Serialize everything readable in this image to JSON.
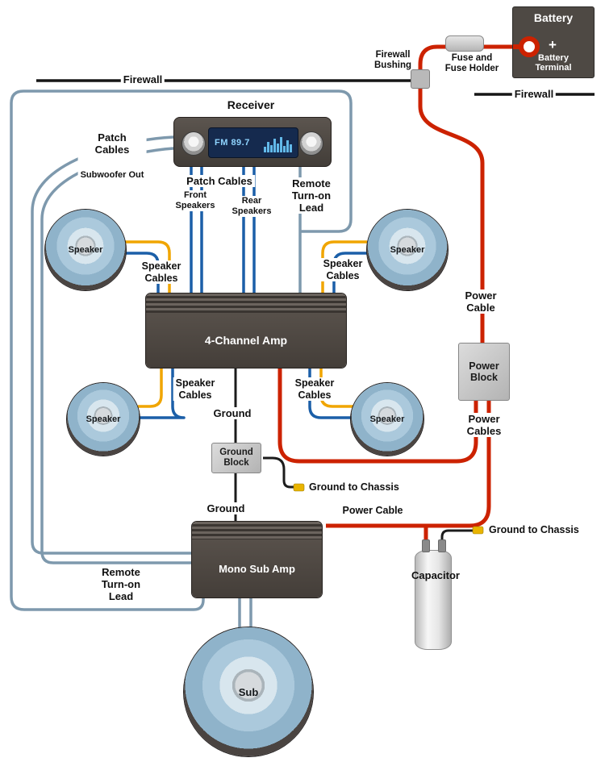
{
  "colors": {
    "power": "#cc2200",
    "groundc": "#1c1c1c",
    "remote": "#7e99ad",
    "signal": "#1b5fa8",
    "speakerwire": "#f0a500",
    "connector": "#e9b400",
    "boxdark": "#4e4944",
    "blockgray": "#c9c9c9",
    "displaytext": "#8fd4ff"
  },
  "battery": {
    "title": "Battery",
    "plus": "+",
    "terminal": "Battery\nTerminal"
  },
  "fuse": {
    "label": "Fuse and\nFuse Holder"
  },
  "firewall": {
    "left": "Firewall",
    "right": "Firewall",
    "bushing": "Firewall\nBushing"
  },
  "receiver": {
    "title": "Receiver",
    "display": "FM 89.7"
  },
  "patch_subwoofer_out": {
    "title": "Patch\nCables",
    "subtitle": "Subwoofer Out"
  },
  "patch_cables": {
    "title": "Patch Cables",
    "front": "Front\nSpeakers",
    "rear": "Rear\nSpeakers"
  },
  "remote_turn_on": {
    "top": "Remote\nTurn-on\nLead",
    "bottom": "Remote\nTurn-on\nLead"
  },
  "amps": {
    "four_channel": "4-Channel Amp",
    "mono_sub": "Mono Sub Amp"
  },
  "speakers": {
    "front_left": "Speaker",
    "front_right": "Speaker",
    "rear_left": "Speaker",
    "rear_right": "Speaker",
    "sub": "Sub"
  },
  "speaker_cables": {
    "front_left": "Speaker\nCables",
    "front_right": "Speaker\nCables",
    "rear_left": "Speaker\nCables",
    "rear_right": "Speaker\nCables"
  },
  "power": {
    "cable": "Power\nCable",
    "block": "Power\nBlock",
    "cables": "Power\nCables",
    "cable_bottom": "Power Cable"
  },
  "ground": {
    "top": "Ground",
    "block": "Ground\nBlock",
    "to_chassis_mid": "Ground to Chassis",
    "bottom": "Ground",
    "to_chassis_right": "Ground to Chassis"
  },
  "capacitor": {
    "label": "Capacitor"
  }
}
